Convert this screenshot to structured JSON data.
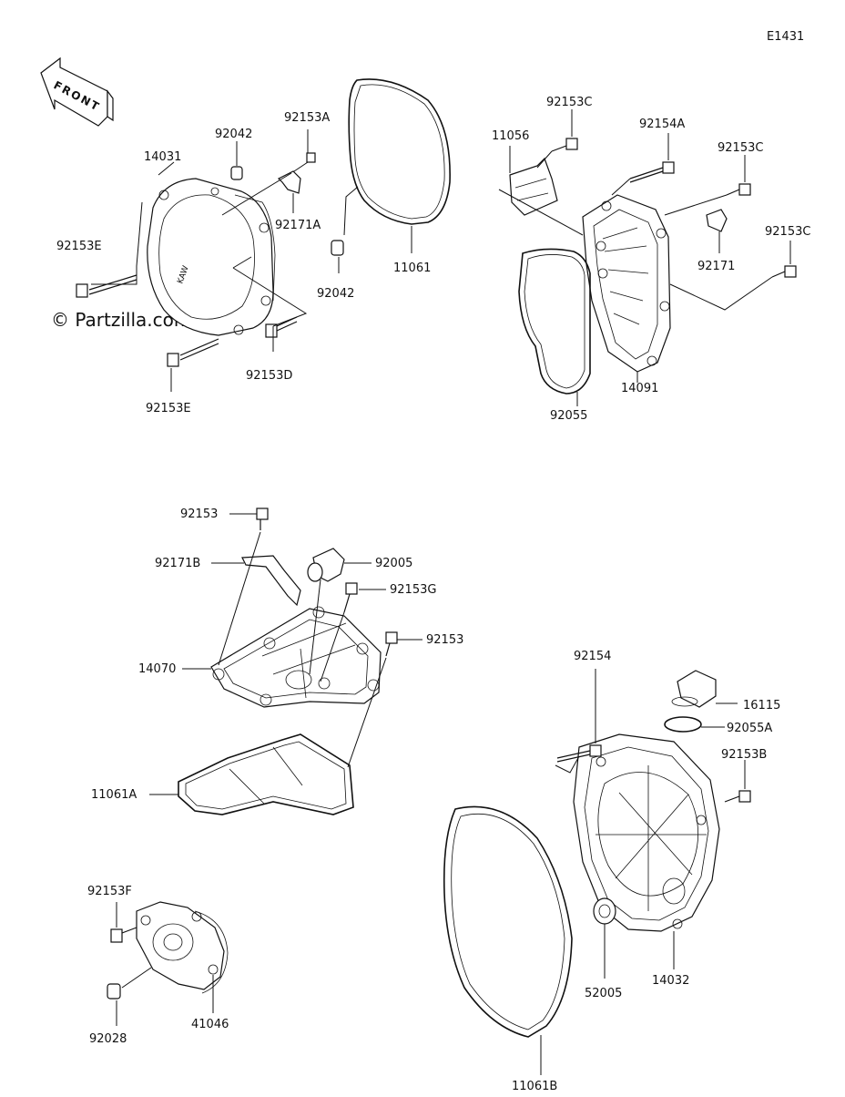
{
  "diagram": {
    "code": "E1431",
    "front_label": "FRONT",
    "watermark": "© Partzilla.com",
    "labels": {
      "p14031": "14031",
      "p92042a": "92042",
      "p92153A": "92153A",
      "p92153E_top": "92153E",
      "p92171A": "92171A",
      "p92042b": "92042",
      "p11061": "11061",
      "p92153D": "92153D",
      "p92153E_bot": "92153E",
      "p11056": "11056",
      "p92153C_a": "92153C",
      "p92154A": "92154A",
      "p92153C_b": "92153C",
      "p92171": "92171",
      "p92153C_c": "92153C",
      "p14091": "14091",
      "p92055": "92055",
      "p92153_a": "92153",
      "p92171B": "92171B",
      "p92005": "92005",
      "p92153G": "92153G",
      "p92153_b": "92153",
      "p14070": "14070",
      "p11061A": "11061A",
      "p92154": "92154",
      "p16115": "16115",
      "p92055A": "92055A",
      "p92153B": "92153B",
      "p92153F": "92153F",
      "p92028": "92028",
      "p41046": "41046",
      "p52005": "52005",
      "p14032": "14032",
      "p11061B": "11061B"
    }
  }
}
